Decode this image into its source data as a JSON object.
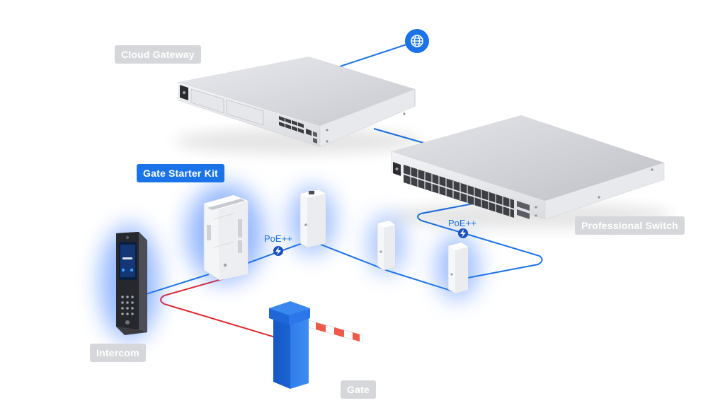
{
  "labels": {
    "cloud_gateway": "Cloud Gateway",
    "gate_starter_kit": "Gate Starter Kit",
    "professional_switch": "Professional Switch",
    "intercom": "Intercom",
    "gate": "Gate"
  },
  "poe": {
    "left": "PoE++",
    "right": "PoE++"
  },
  "icons": {
    "internet": "globe-icon",
    "power": "lightning-bolt-icon"
  },
  "colors": {
    "network_line": "#1a73e8",
    "power_line": "#e0262b",
    "label_grey": "#d6d7da",
    "label_blue": "#1a73e8",
    "device_glow": "#3d7dff",
    "barrier_arm_stripe": "#f05a4a"
  }
}
